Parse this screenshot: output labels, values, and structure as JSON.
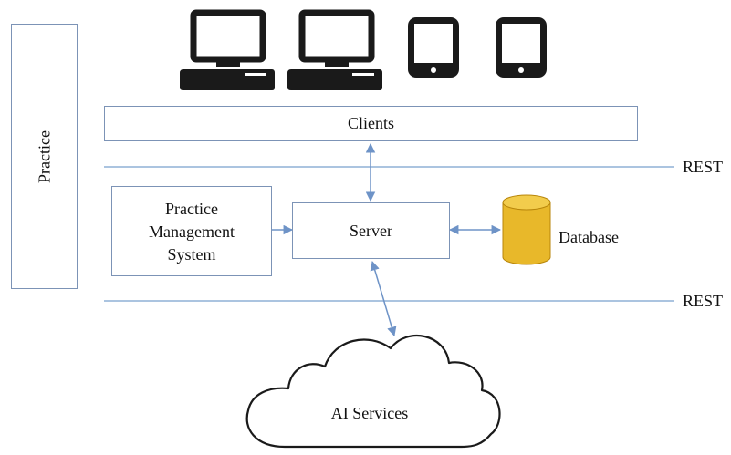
{
  "labels": {
    "practice": "Practice",
    "clients": "Clients",
    "server": "Server",
    "pms_line1": "Practice",
    "pms_line2": "Management",
    "pms_line3": "System",
    "database": "Database",
    "rest_top": "REST",
    "rest_bottom": "REST",
    "ai_services": "AI Services"
  },
  "icons": [
    "desktop-icon",
    "desktop-icon",
    "tablet-icon",
    "tablet-icon"
  ],
  "colors": {
    "box_border": "#7c93b6",
    "line": "#8fb0d6",
    "arrow": "#6e93c7",
    "database_fill": "#e8b82a",
    "database_stroke": "#b8860b",
    "icon_fill": "#1a1a1a"
  }
}
